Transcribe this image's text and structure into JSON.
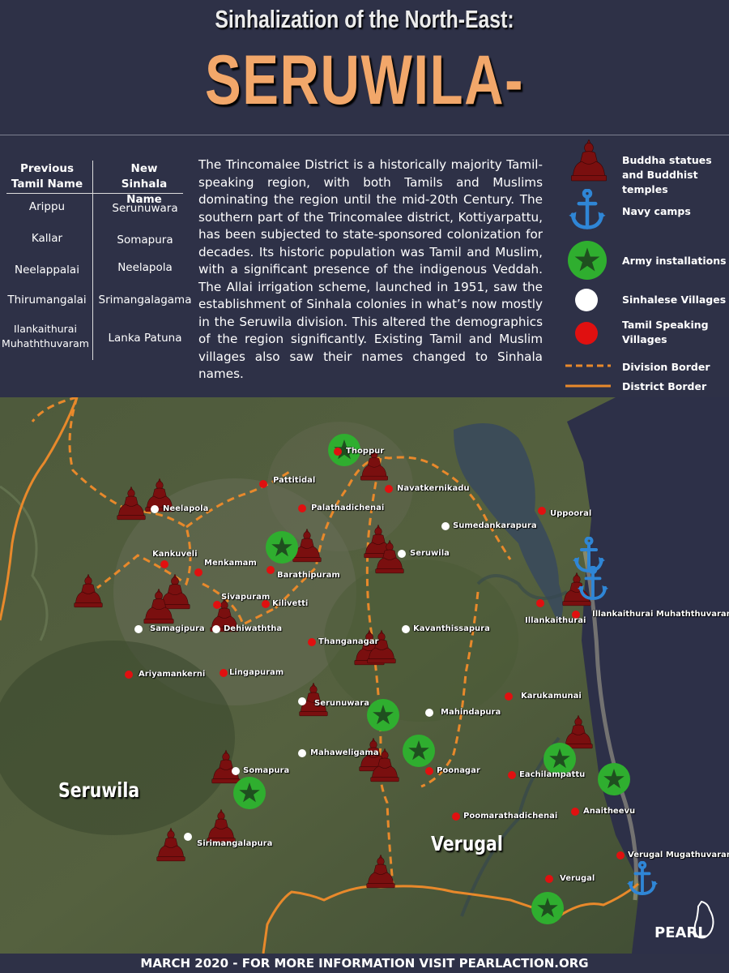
{
  "header": {
    "subtitle": "Sinhalization of the North-East:",
    "title": "SERUWILA-VERUGAL"
  },
  "table": {
    "col_old": [
      "Previous",
      "Tamil Name"
    ],
    "col_new": [
      "New",
      "Sinhala Name"
    ],
    "rows": [
      {
        "old": "Arippu",
        "new": "Serunuwara"
      },
      {
        "old": "Kallar",
        "new": "Somapura"
      },
      {
        "old": "Neelappalai",
        "new": "Neelapola"
      },
      {
        "old": "Thirumangalai",
        "new": "Srimangalagama"
      },
      {
        "old": "Ilankaithurai Muhaththuvaram",
        "new": "Lanka Patuna"
      }
    ]
  },
  "description": "The Trincomalee District is a historically majority Tamil-speaking region, with both Tamils and Muslims dominating the region until the mid-20th Century. The southern part of the Trincomalee district, Kottiyarpattu, has been subjected to state-sponsored colonization for decades. Its historic population was Tamil and Muslim, with a significant presence of the indigenous Veddah. The Allai irrigation scheme, launched in 1951, saw the establishment of Sinhala colonies in what’s now mostly in the Seruwila division. This altered the demographics of the region significantly. Existing Tamil and Muslim villages also saw their names changed to Sinhala names.",
  "legend": {
    "buddha": "Buddha statues and Buddhist temples",
    "navy": "Navy camps",
    "army": "Army installations",
    "sinhalese": "Sinhalese Villages",
    "tamil": "Tamil Speaking Villages",
    "division": "Division Border",
    "district": "District Border"
  },
  "colors": {
    "buddha": "#7a0f0f",
    "navy": "#2f86d6",
    "army": "#2fae2f",
    "sinhalese": "#ffffff",
    "tamil": "#e01010",
    "border": "#e8892b",
    "title": "#f2a76a",
    "background": "#2e3147"
  },
  "map": {
    "divisions": [
      "Seruwila",
      "Verugal"
    ],
    "sinhalese_villages": [
      "Neelapola",
      "Sumedankarapura",
      "Seruwila",
      "Samagipura",
      "Dehiwaththa",
      "Kavanthissapura",
      "Serunuwara",
      "Mahindapura",
      "Mahaweligama",
      "Somapura",
      "Sirimangalapura"
    ],
    "tamil_villages": [
      "Thoppur",
      "Pattitidal",
      "Navatkernikadu",
      "Palathadichenai",
      "Uppooral",
      "Kankuveli",
      "Menkamam",
      "Barathipuram",
      "Sivapuram",
      "Kilivetti",
      "Illankaithurai",
      "Illankaithurai Muhaththuvaram",
      "Thanganagar",
      "Ariyamankerni",
      "Lingapuram",
      "Karukamunai",
      "Poonagar",
      "Eachilampattu",
      "Anaitheevu",
      "Poomarathadichenai",
      "Verugal Mugathuvaram",
      "Verugal"
    ]
  },
  "brand": "PEARL",
  "footer": "MARCH 2020 -  FOR MORE INFORMATION VISIT PEARLACTION.ORG"
}
